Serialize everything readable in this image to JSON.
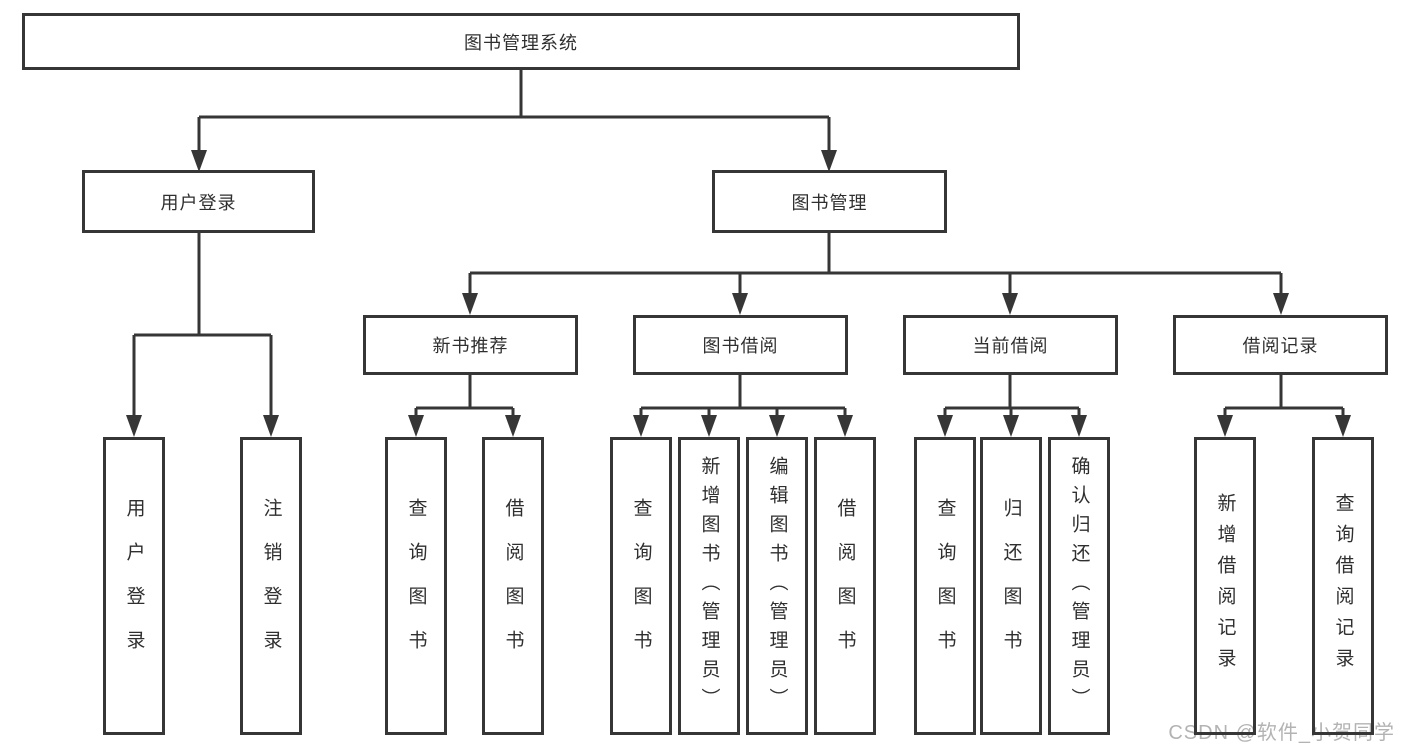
{
  "colors": {
    "background": "#ffffff",
    "line": "#363636",
    "box_border": "#363636",
    "text": "#2f2f2f",
    "watermark": "#b3b3b3"
  },
  "watermark": {
    "text": "CSDN @软件_小贺同学"
  },
  "nodes": {
    "root": {
      "label": "图书管理系统"
    },
    "level2": [
      {
        "label": "用户登录"
      },
      {
        "label": "图书管理"
      }
    ],
    "level3": [
      {
        "label": "新书推荐",
        "parent": "图书管理"
      },
      {
        "label": "图书借阅",
        "parent": "图书管理"
      },
      {
        "label": "当前借阅",
        "parent": "图书管理"
      },
      {
        "label": "借阅记录",
        "parent": "图书管理"
      }
    ],
    "leaves": [
      {
        "label": "用户登录",
        "parent": "用户登录"
      },
      {
        "label": "注销登录",
        "parent": "用户登录"
      },
      {
        "label": "查询图书",
        "parent": "新书推荐"
      },
      {
        "label": "借阅图书",
        "parent": "新书推荐"
      },
      {
        "label": "查询图书",
        "parent": "图书借阅"
      },
      {
        "label": "新增图书（管理员）",
        "parent": "图书借阅"
      },
      {
        "label": "编辑图书（管理员）",
        "parent": "图书借阅"
      },
      {
        "label": "借阅图书",
        "parent": "图书借阅"
      },
      {
        "label": "查询图书",
        "parent": "当前借阅"
      },
      {
        "label": "归还图书",
        "parent": "当前借阅"
      },
      {
        "label": "确认归还（管理员）",
        "parent": "当前借阅"
      },
      {
        "label": "新增借阅记录",
        "parent": "借阅记录"
      },
      {
        "label": "查询借阅记录",
        "parent": "借阅记录"
      }
    ]
  }
}
